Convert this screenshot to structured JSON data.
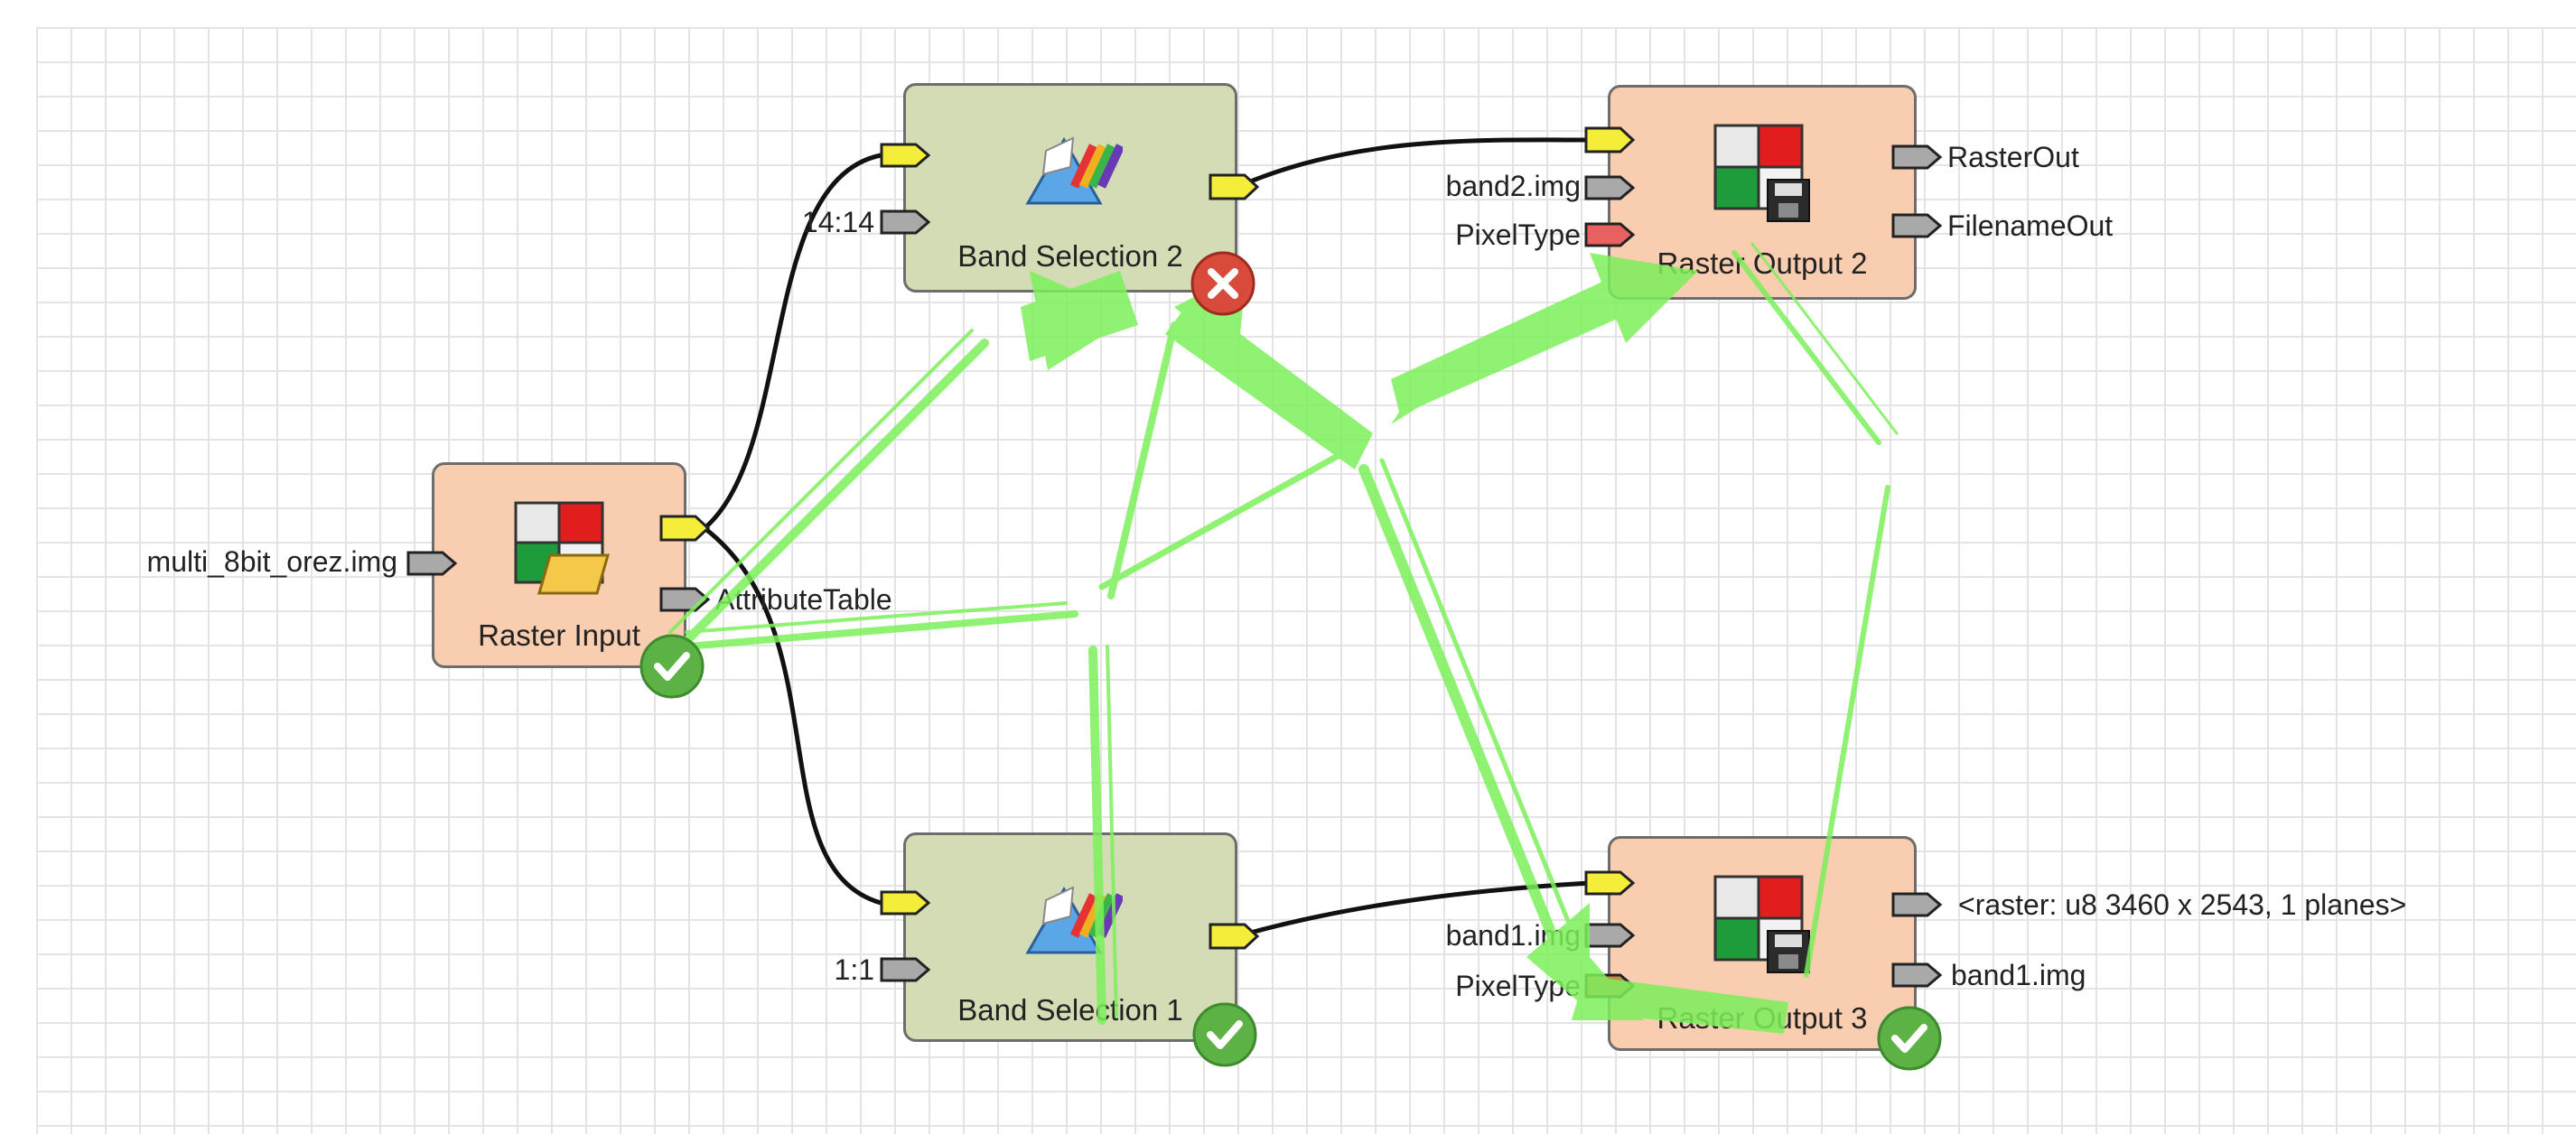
{
  "nodes": {
    "raster_input": {
      "title": "Raster Input",
      "in_labels": [
        "multi_8bit_orez.img"
      ],
      "out_labels": [
        "AttributeTable"
      ],
      "status": "ok"
    },
    "band_selection_2": {
      "title": "Band Selection 2",
      "in_labels": [
        "14:14"
      ],
      "status": "error"
    },
    "band_selection_1": {
      "title": "Band Selection 1",
      "in_labels": [
        "1:1"
      ],
      "status": "ok"
    },
    "raster_output_2": {
      "title": "Raster Output 2",
      "in_labels": [
        "band2.img",
        "PixelType"
      ],
      "out_labels": [
        "RasterOut",
        "FilenameOut"
      ]
    },
    "raster_output_3": {
      "title": "Raster Output 3",
      "in_labels": [
        "band1.img",
        "PixelType"
      ],
      "out_labels": [
        "<raster: u8 3460 x 2543, 1 planes>",
        "band1.img"
      ],
      "status": "ok"
    }
  },
  "colors": {
    "port_data": "#f4ee3a",
    "port_input": "#a9a9a9",
    "port_pixeltype": "#e86060",
    "highlight": "#7cf05a",
    "raster_node_bg": "#f9cdb0",
    "band_node_bg": "#d3dcb5",
    "ok_badge": "#5cb244",
    "error_badge": "#d84b3b"
  },
  "icons": {
    "raster_input": "raster-input-icon",
    "band_selection": "band-selection-icon",
    "raster_output": "raster-output-icon",
    "ok": "check-badge-icon",
    "error": "error-badge-icon"
  }
}
